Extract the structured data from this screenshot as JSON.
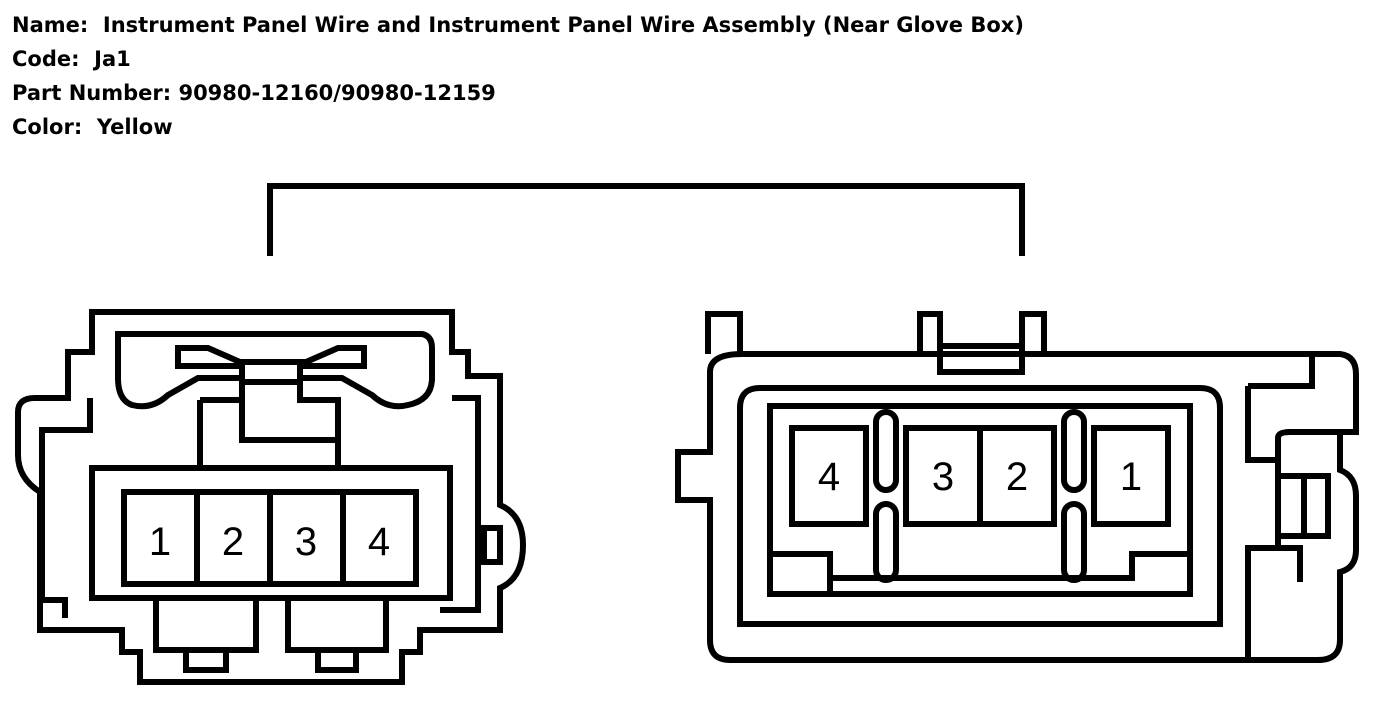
{
  "info": {
    "name_label": "Name:",
    "name_value": "Instrument Panel Wire and Instrument Panel Wire Assembly (Near Glove Box)",
    "code_label": "Code:",
    "code_value": "Ja1",
    "part_label": "Part Number:",
    "part_value": "90980-12160/90980-12159",
    "color_label": "Color:",
    "color_value": "Yellow"
  },
  "left_connector": {
    "pins": [
      "1",
      "2",
      "3",
      "4"
    ]
  },
  "right_connector": {
    "pins": [
      "4",
      "3",
      "2",
      "1"
    ]
  }
}
